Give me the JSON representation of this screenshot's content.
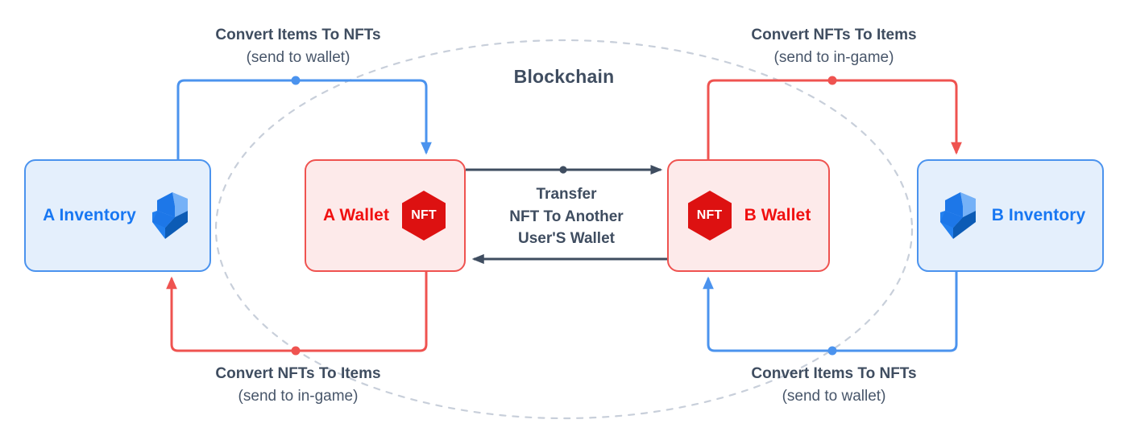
{
  "diagram": {
    "title": "Blockchain",
    "colors": {
      "blue_line": "#4b93ee",
      "blue_fill": "#e4effc",
      "blue_text": "#1877f2",
      "red_line": "#ef5350",
      "red_fill": "#fdeaea",
      "red_text": "#f01010",
      "nft_hex": "#dd1111",
      "dark_arrow": "#3f4d60",
      "dashed_ellipse": "#c8cfda",
      "caption_text": "#3f4d60"
    }
  },
  "nodes": {
    "a_inventory": {
      "label": "A Inventory",
      "icon": "lightning-bolt-icon"
    },
    "a_wallet": {
      "label": "A Wallet",
      "badge": "NFT",
      "icon": "nft-hexagon-icon"
    },
    "b_wallet": {
      "label": "B Wallet",
      "badge": "NFT",
      "icon": "nft-hexagon-icon"
    },
    "b_inventory": {
      "label": "B Inventory",
      "icon": "lightning-bolt-icon"
    }
  },
  "captions": {
    "top_left": {
      "main": "Convert Items To NFTs",
      "sub": "(send to wallet)"
    },
    "top_right": {
      "main": "Convert NFTs To Items",
      "sub": "(send to in-game)"
    },
    "bottom_left": {
      "main": "Convert NFTs To Items",
      "sub": "(send to in-game)"
    },
    "bottom_right": {
      "main": "Convert Items To NFTs",
      "sub": "(send to wallet)"
    }
  },
  "transfer": {
    "line1": "Transfer",
    "line2": "NFT To Another",
    "line3": "User'S Wallet"
  }
}
